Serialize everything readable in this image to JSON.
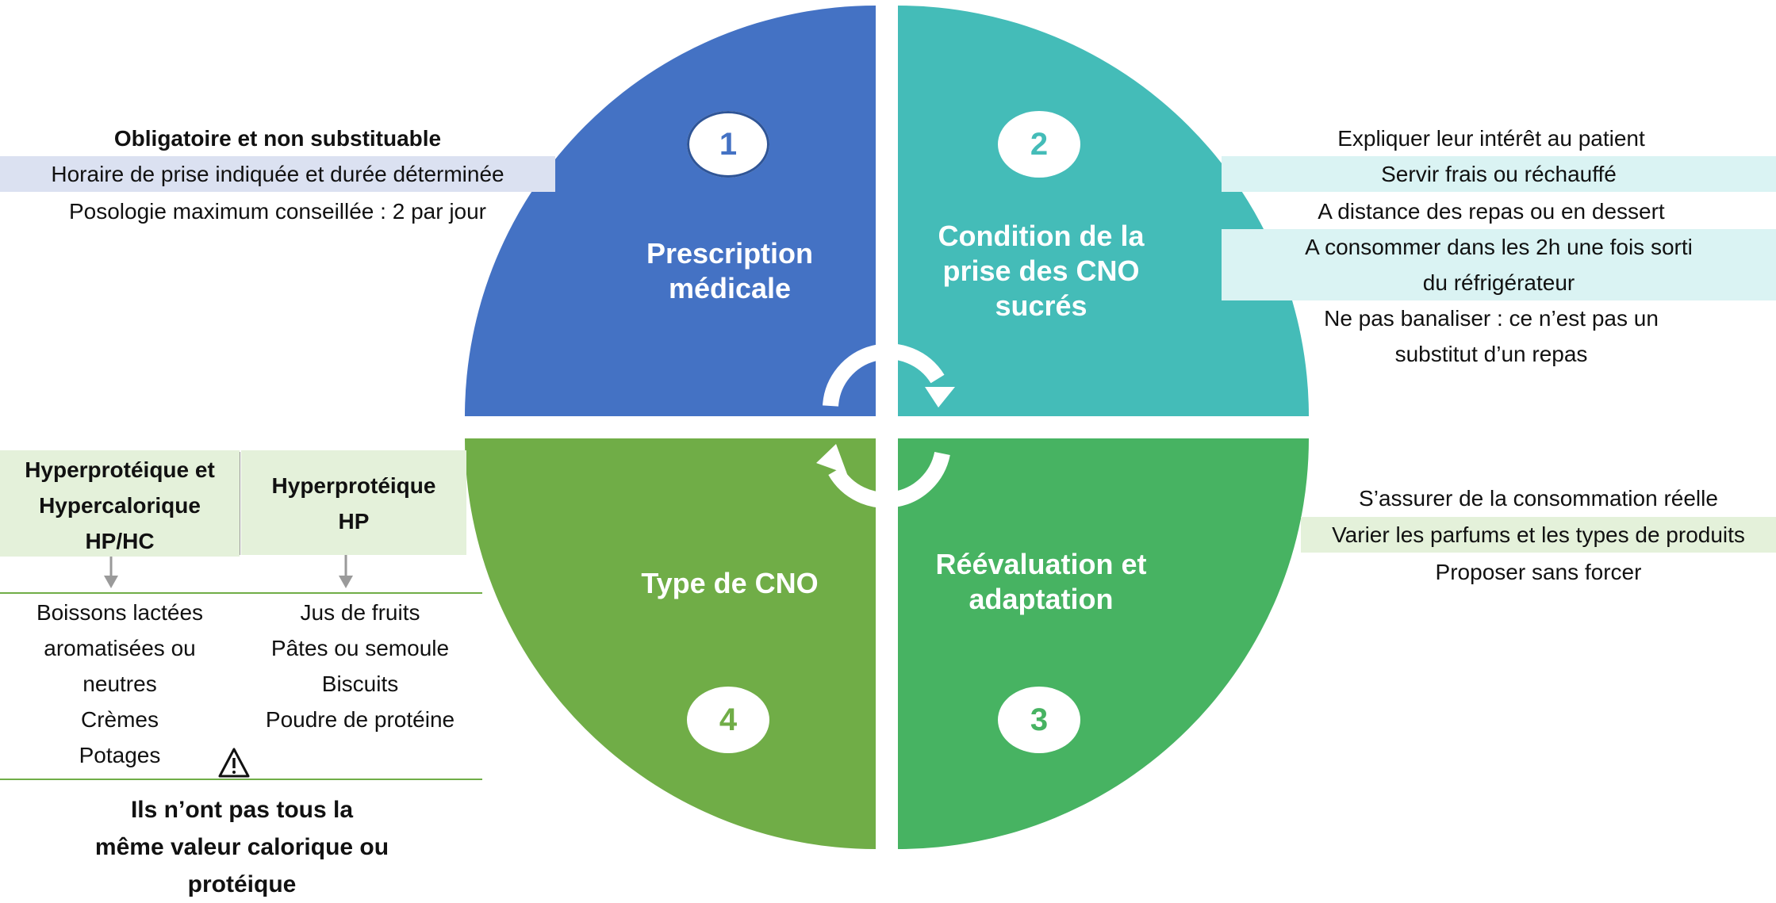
{
  "colors": {
    "q1": "#4472c4",
    "q2": "#44bcb8",
    "q3": "#47b362",
    "q4": "#70ad47",
    "band_blue": "#dbe1f1",
    "band_teal": "#daf3f3",
    "band_green": "#e4f1da"
  },
  "quadrants": {
    "q1": {
      "number": "1",
      "title_lines": [
        "Prescription",
        "médicale"
      ]
    },
    "q2": {
      "number": "2",
      "title_lines": [
        "Condition de la",
        "prise des CNO",
        "sucrés"
      ]
    },
    "q3": {
      "number": "3",
      "title_lines": [
        "Réévaluation et",
        "adaptation"
      ]
    },
    "q4": {
      "number": "4",
      "title_lines": [
        "Type de CNO"
      ]
    }
  },
  "left_top": {
    "title": "Obligatoire et non substituable",
    "lines": [
      "Horaire de prise indiquée et durée déterminée",
      "Posologie maximum conseillée : 2 par jour"
    ]
  },
  "right_top": {
    "lines": [
      "Expliquer leur intérêt au patient",
      "Servir frais ou réchauffé",
      "A distance des repas ou en dessert",
      "A consommer dans les 2h une fois sorti",
      "du réfrigérateur",
      "Ne pas banaliser : ce n’est pas un",
      "substitut d’un repas"
    ]
  },
  "right_bottom": {
    "lines": [
      "S’assurer de la consommation réelle",
      "Varier les parfums et les types de produits",
      "Proposer sans forcer"
    ]
  },
  "left_bottom": {
    "col1_header": [
      "Hyperprotéique et",
      "Hypercalorique",
      "HP/HC"
    ],
    "col2_header": [
      "Hyperprotéique",
      "HP"
    ],
    "col1_items": [
      "Boissons lactées",
      "aromatisées ou",
      "neutres",
      "Crèmes",
      "Potages"
    ],
    "col2_items": [
      "Jus de fruits",
      "Pâtes ou semoule",
      "Biscuits",
      "Poudre de protéine"
    ],
    "warning_icon": "warning-triangle-icon",
    "warning_lines": [
      "Ils n’ont pas tous la",
      "même valeur calorique ou",
      "protéique"
    ]
  }
}
